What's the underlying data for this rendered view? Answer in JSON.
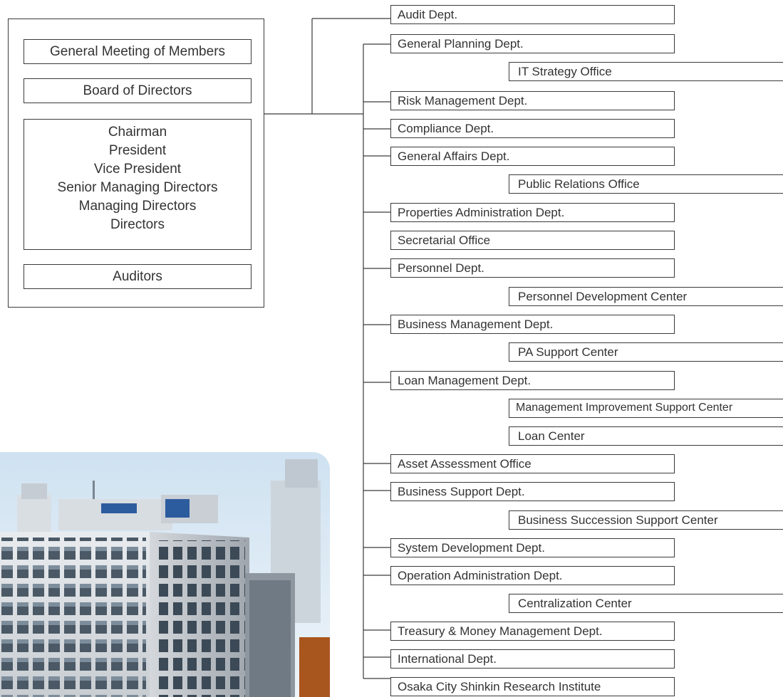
{
  "governance": {
    "general_meeting": "General Meeting of Members",
    "board": "Board of Directors",
    "executives": [
      "Chairman",
      "President",
      "Vice President",
      "Senior Managing Directors",
      "Managing Directors",
      "Directors"
    ],
    "auditors": "Auditors"
  },
  "departments": [
    {
      "label": "Audit Dept."
    },
    {
      "label": "General Planning Dept."
    },
    {
      "label": "IT Strategy Office",
      "sub": true
    },
    {
      "label": "Risk Management Dept."
    },
    {
      "label": "Compliance Dept."
    },
    {
      "label": "General Affairs Dept."
    },
    {
      "label": "Public Relations Office",
      "sub": true
    },
    {
      "label": "Properties Administration Dept."
    },
    {
      "label": "Secretarial Office"
    },
    {
      "label": "Personnel Dept."
    },
    {
      "label": "Personnel Development Center",
      "sub": true
    },
    {
      "label": "Business Management Dept."
    },
    {
      "label": "PA Support Center",
      "sub": true
    },
    {
      "label": "Loan Management Dept."
    },
    {
      "label": "Management Improvement Support Center",
      "sub": true
    },
    {
      "label": "Loan Center",
      "sub": true
    },
    {
      "label": "Asset Assessment Office"
    },
    {
      "label": "Business Support Dept."
    },
    {
      "label": "Business Succession Support Center",
      "sub": true
    },
    {
      "label": "System Development Dept."
    },
    {
      "label": "Operation Administration Dept."
    },
    {
      "label": "Centralization Center",
      "sub": true
    },
    {
      "label": "Treasury & Money Management Dept."
    },
    {
      "label": "International Dept."
    },
    {
      "label": "Osaka City Shinkin Research Institute"
    }
  ],
  "colors": {
    "line": "#3a3a3a",
    "text": "#333333"
  }
}
